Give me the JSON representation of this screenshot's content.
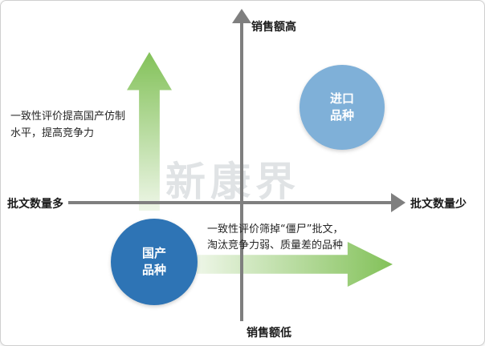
{
  "axes": {
    "top": "销售额高",
    "bottom": "销售额低",
    "left": "批文数量多",
    "right": "批文数量少"
  },
  "bubbles": [
    {
      "id": "import",
      "label": "进口\n品种",
      "color": "#7FB0D8"
    },
    {
      "id": "domestic",
      "label": "国产\n品种",
      "color": "#2E74B5"
    }
  ],
  "annotations": [
    {
      "id": "up-arrow-note",
      "text": "一致性评价提高国产仿制\n水平，提高竞争力"
    },
    {
      "id": "right-arrow-note",
      "text": "一致性评价筛掉“僵尸”批文，\n淘汰竞争力弱、质量差的品种"
    }
  ],
  "watermark": "新康界",
  "colors": {
    "axis": "#7f7f7f",
    "arrow_green_strong": "#7CBE50",
    "arrow_green_light": "#B0D692",
    "bubble_import": "#7FB0D8",
    "bubble_domestic": "#2E74B5"
  }
}
